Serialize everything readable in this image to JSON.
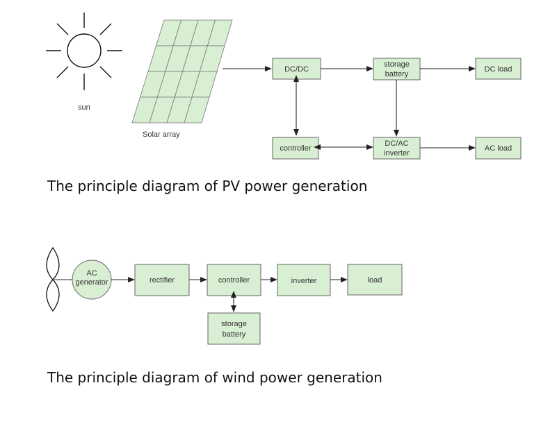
{
  "pv": {
    "sun_label": "sun",
    "solar_label": "Solar array",
    "dcdc": "DC/DC",
    "battery_1": "storage",
    "battery_2": "battery",
    "dc_load": "DC load",
    "controller": "controller",
    "inverter_1": "DC/AC",
    "inverter_2": "inverter",
    "ac_load": "AC load",
    "caption": "The principle diagram of PV power generation"
  },
  "wind": {
    "generator_1": "AC",
    "generator_2": "generator",
    "rectifier": "rectifier",
    "controller": "controller",
    "inverter": "inverter",
    "load": "load",
    "battery_1": "storage",
    "battery_2": "battery",
    "caption": "The principle diagram of  wind power generation"
  },
  "colors": {
    "box_fill": "#d8efd3",
    "box_stroke": "#666666"
  }
}
